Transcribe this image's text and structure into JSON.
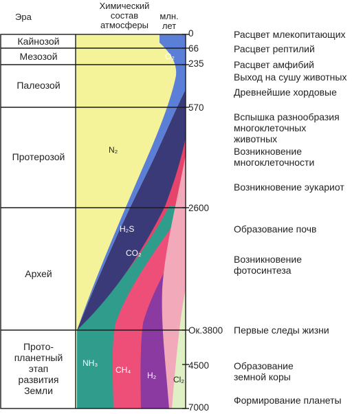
{
  "headers": {
    "era": "Эра",
    "composition": "Химический\nсостав\nатмосферы",
    "time": "млн.\nлет"
  },
  "eras": [
    {
      "name": "Кайнозой"
    },
    {
      "name": "Мезозой"
    },
    {
      "name": "Палеозой"
    },
    {
      "name": "Протерозой"
    },
    {
      "name": "Архей"
    },
    {
      "name": "Прото-\nпланетный\nэтап\nразвития\nЗемли"
    }
  ],
  "ticks": [
    "0",
    "66",
    "235",
    "570",
    "2600",
    "Ок.3800",
    "4500",
    "7000"
  ],
  "events": [
    "Расцвет млекопитающих",
    "Расцвет рептилий",
    "Расцвет амфибий",
    "Выход на сушу животных",
    "Древнейшие хордовые",
    "Вспышка разнообразия\nмногоклеточных\nживотных",
    "Возникновение\nмногоклеточности",
    "Возникновение эукариот",
    "Образование почв",
    "Возникновение\nфотосинтеза",
    "Первые следы жизни",
    "Образование\nземной коры",
    "Формирование планеты"
  ],
  "gases": {
    "n2": "N₂",
    "o2": "O₂",
    "h2s": "H₂S",
    "co2": "CO₂",
    "nh3": "NH₃",
    "ch4": "CH₄",
    "h2": "H₂",
    "cl2": "Cl₂"
  },
  "colors": {
    "n2": "#f4f39a",
    "o2": "#5b7fd6",
    "h2s": "#3a3a78",
    "co2": "#e6446b",
    "nh3": "#2f9c8c",
    "ch4": "#ee4f79",
    "h2": "#8a3aa0",
    "cl2": "#dff0c4",
    "pink": "#f2aabb",
    "grid": "#1a1a1a"
  }
}
